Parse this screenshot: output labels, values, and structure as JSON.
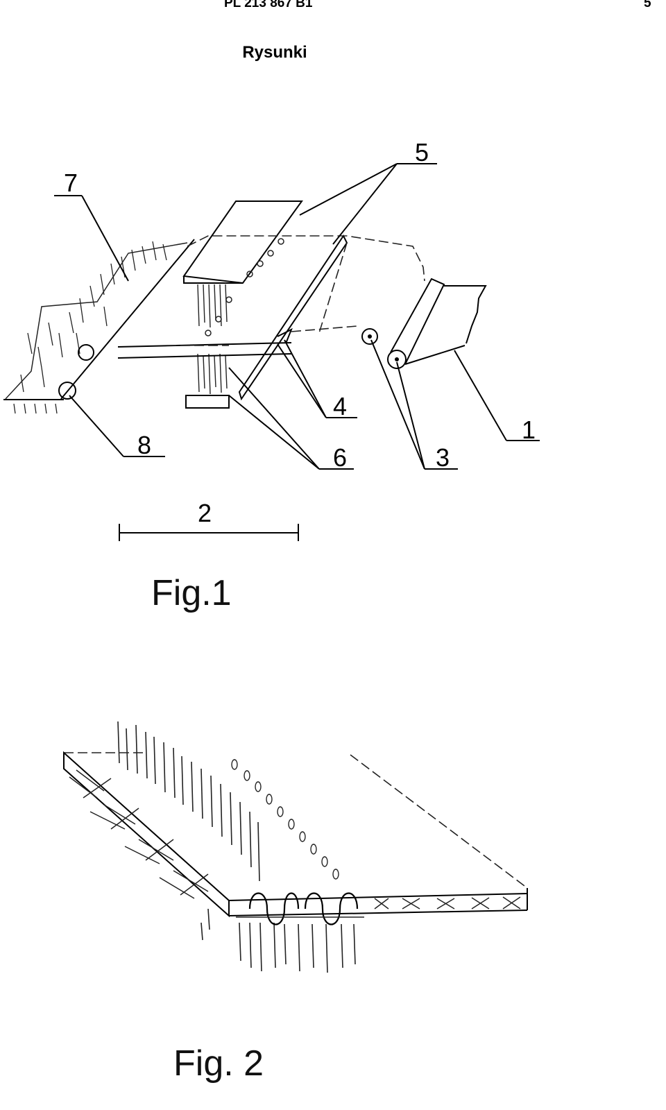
{
  "header": {
    "document_id": "PL 213 867 B1",
    "page_number": "5"
  },
  "heading": "Rysunki",
  "figures": [
    {
      "caption": "Fig.1",
      "labels": [
        "1",
        "2",
        "3",
        "4",
        "5",
        "6",
        "7",
        "8"
      ]
    },
    {
      "caption": "Fig. 2"
    }
  ]
}
